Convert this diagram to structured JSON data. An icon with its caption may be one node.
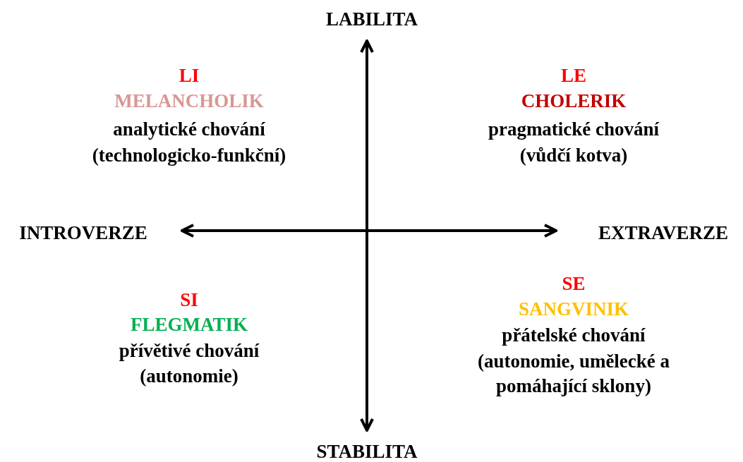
{
  "diagram": {
    "labels": [
      "LABILITA",
      "LI",
      "MELANCHOLIK",
      "analytické chování",
      "(technologicko-funkční)",
      "LE",
      "CHOLERIK",
      "pragmatické chování",
      "(vůdčí kotva)",
      "INTROVERZE",
      "EXTRAVERZE",
      "SI",
      "FLEGMATIK",
      "přívětivé chování",
      "(autonomie)",
      "SE",
      "SANGVINIK",
      "přátelské chování",
      "(autonomie, umělecké a pomáhající sklony)",
      "STABILITA"
    ]
  }
}
